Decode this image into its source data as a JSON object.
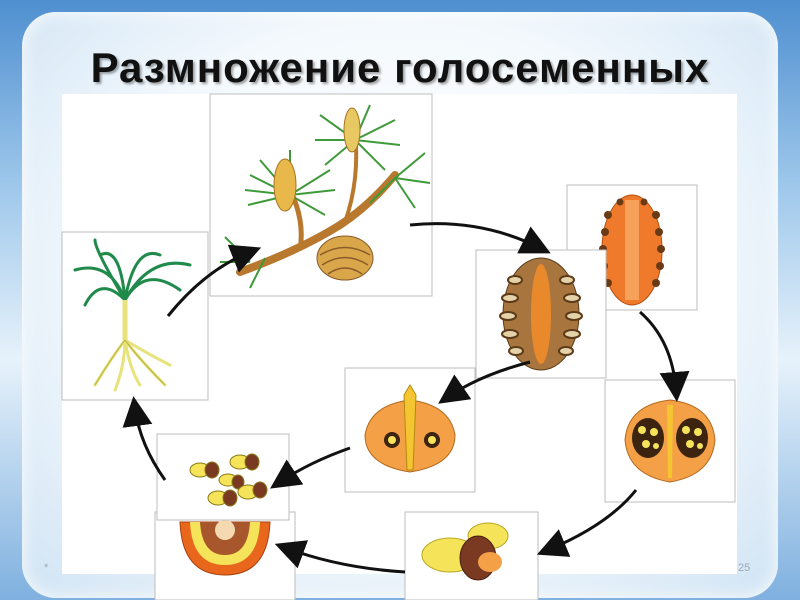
{
  "slide": {
    "title": "Размножение голосеменных",
    "page_number": "25",
    "footer_mark": "*"
  },
  "diagram": {
    "stages": [
      {
        "id": "pine-branch",
        "icon": "pine-branch-with-cones-icon"
      },
      {
        "id": "male-cone",
        "icon": "male-cone-section-icon"
      },
      {
        "id": "female-cone",
        "icon": "female-cone-section-icon"
      },
      {
        "id": "pollination",
        "icon": "ovule-pollination-icon"
      },
      {
        "id": "ovule",
        "icon": "ovule-with-pollen-icon"
      },
      {
        "id": "winged-seed",
        "icon": "winged-seed-icon"
      },
      {
        "id": "seed-section",
        "icon": "seed-section-icon"
      },
      {
        "id": "pollen-grains",
        "icon": "pollen-grains-icon"
      },
      {
        "id": "seedling",
        "icon": "seedling-icon"
      }
    ],
    "colors": {
      "needle": "#3f9a3a",
      "cone_orange": "#f07a2c",
      "cone_brown": "#8a5a2a",
      "seed_yellow": "#f5e35a",
      "ovule_orange": "#f3a046",
      "dark": "#3d2410"
    }
  }
}
